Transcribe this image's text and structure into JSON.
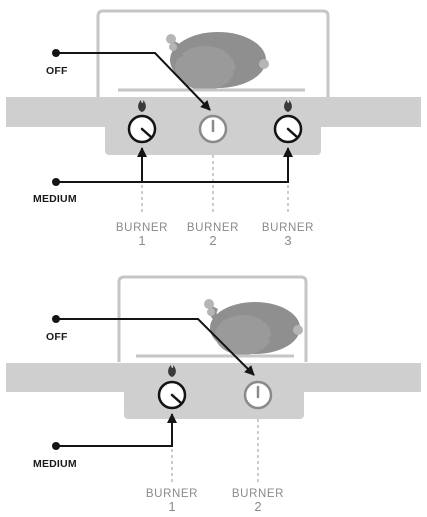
{
  "diagrams": [
    {
      "callouts": {
        "top": "OFF",
        "bottom": "MEDIUM"
      },
      "burners": [
        {
          "word": "BURNER",
          "number": "1",
          "state": "medium",
          "flame": true
        },
        {
          "word": "BURNER",
          "number": "2",
          "state": "off",
          "flame": false
        },
        {
          "word": "BURNER",
          "number": "3",
          "state": "medium",
          "flame": true
        }
      ]
    },
    {
      "callouts": {
        "top": "OFF",
        "bottom": "MEDIUM"
      },
      "burners": [
        {
          "word": "BURNER",
          "number": "1",
          "state": "medium",
          "flame": true
        },
        {
          "word": "BURNER",
          "number": "2",
          "state": "off",
          "flame": false
        }
      ]
    }
  ],
  "colors": {
    "line": "#141414",
    "grill_body": "#cfcfcf",
    "grill_outline": "#c6c6c6",
    "food": "#8f8f8f",
    "text_gray": "#8a8a8a"
  }
}
